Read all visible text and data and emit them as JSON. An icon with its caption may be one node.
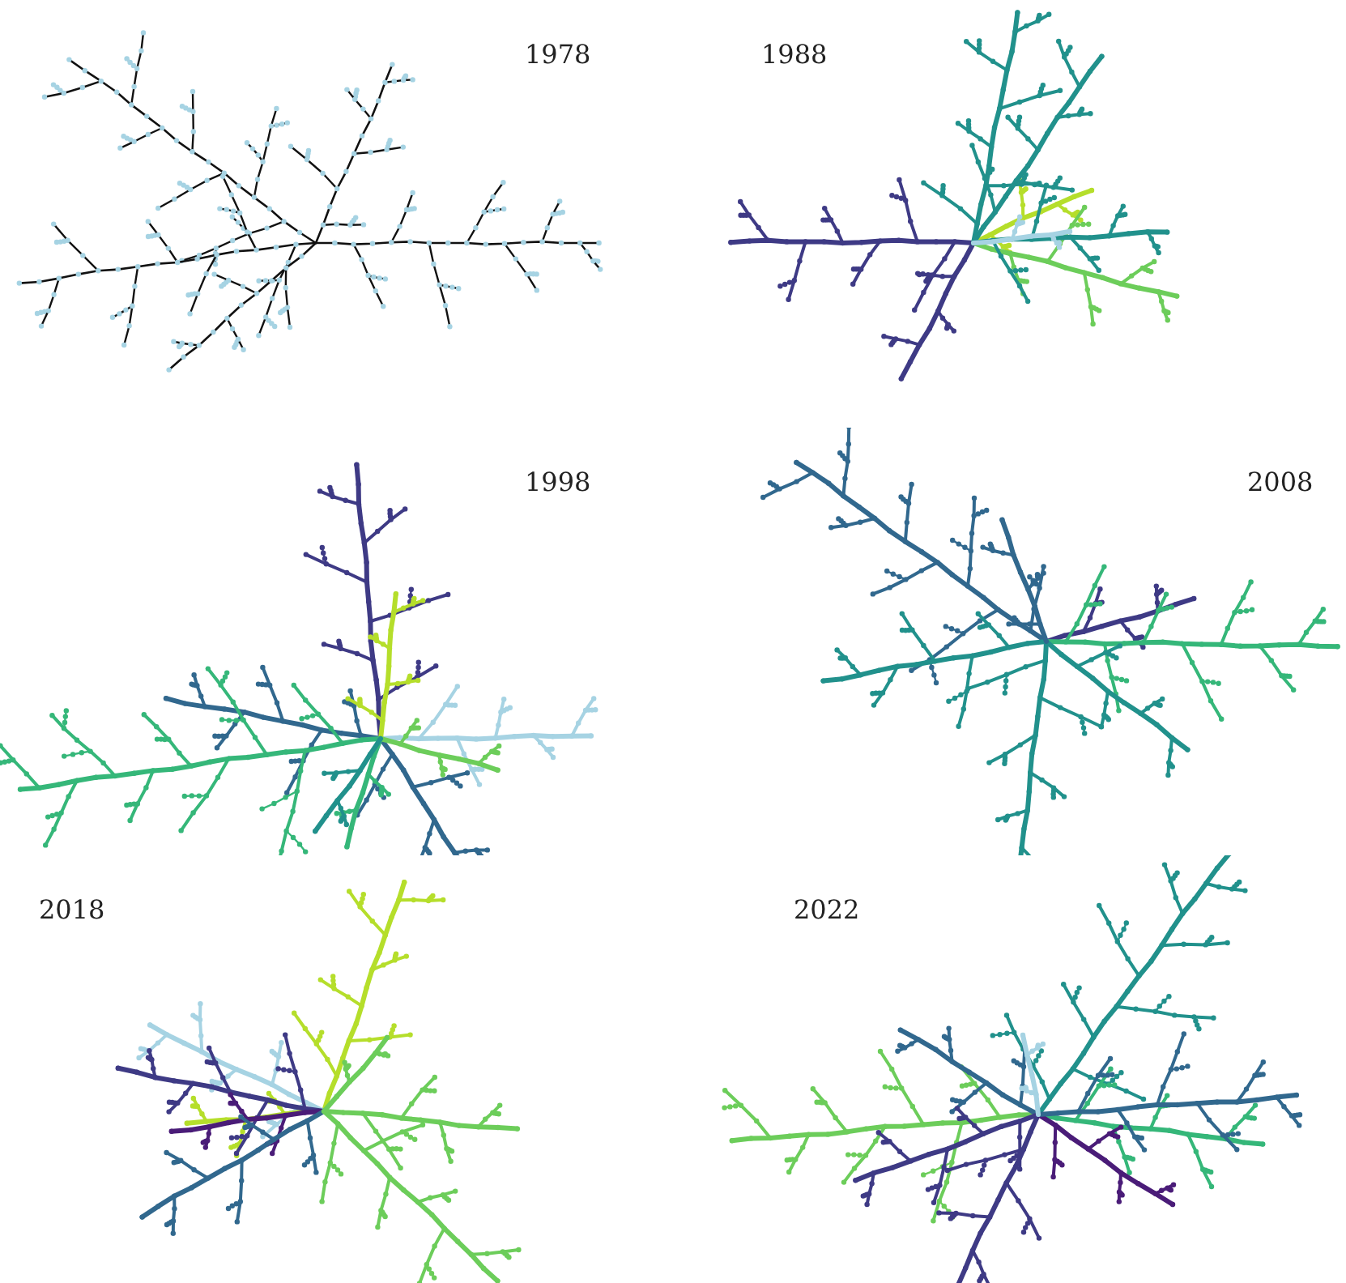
{
  "diagram": {
    "labels": [
      "1978",
      "1988",
      "1998",
      "2008",
      "2018",
      "2022"
    ]
  }
}
